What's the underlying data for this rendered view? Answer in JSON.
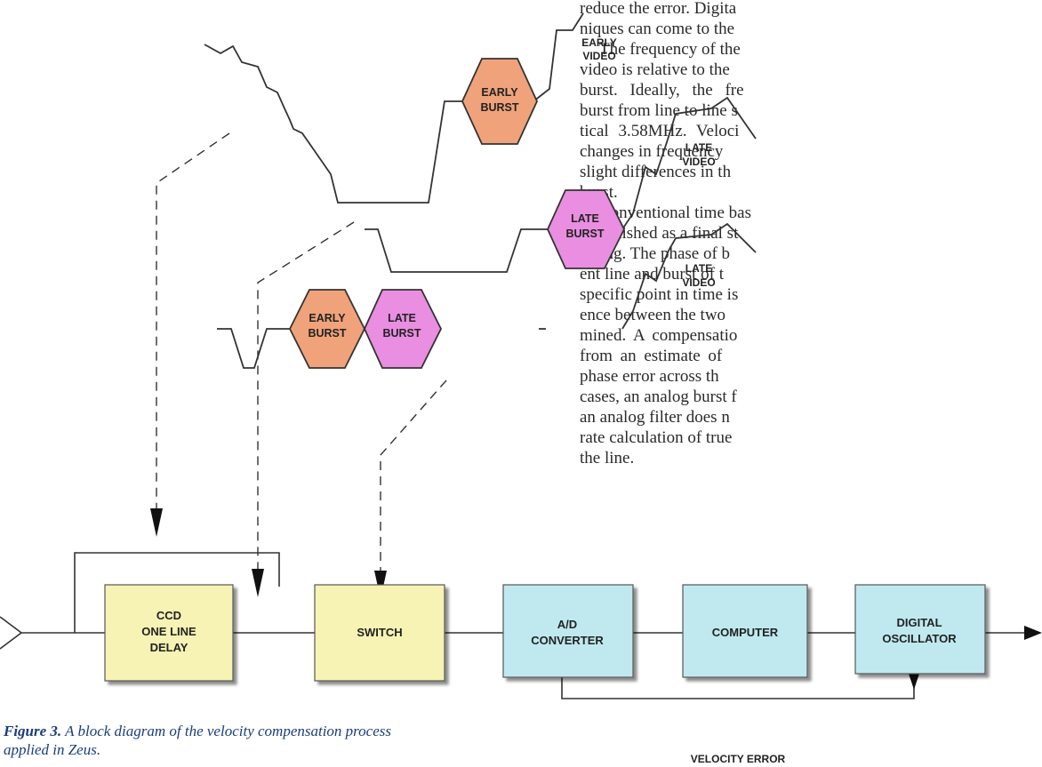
{
  "body_text": {
    "paragraphs": [
      "reduce the error. Digital niques can come to the",
      "The frequency of the video is relative to the burst. Ideally, the fre burst from line to line s tical 3.58MHz. Veloci changes in frequency slight differences in th burst.",
      "Conventional time bas complished as a final st essing. The phase of b ent line and burst of t specific point in time is ence between the two mined. A compensatio from an estimate of phase error across th cases, an analog burst f an analog filter does n rate calculation of true the line."
    ],
    "lines": [
      "reduce the error. Digita",
      "niques can come to the",
      "The frequency of the",
      "video is relative to the",
      "burst. Ideally, the fre",
      "burst from line to line s",
      "tical 3.58MHz. Veloci",
      "changes in frequency",
      "slight differences in th",
      "burst.",
      "Conventional time bas",
      "complished as a final st",
      "essing. The phase of b",
      "ent line and burst of t",
      "specific point in time is",
      "ence between the two",
      "mined. A compensatio",
      "from an estimate of",
      "phase error across th",
      "cases, an analog burst f",
      "an analog filter does n",
      "rate calculation of true",
      "the line."
    ]
  },
  "diagram": {
    "waveforms": [
      {
        "burst_labels": [
          [
            "EARLY",
            "BURST"
          ]
        ],
        "video_label": [
          "EARLY",
          "VIDEO"
        ]
      },
      {
        "burst_labels": [
          [
            "LATE",
            "BURST"
          ]
        ],
        "video_label": [
          "LATE",
          "VIDEO"
        ]
      },
      {
        "burst_labels": [
          [
            "EARLY",
            "BURST"
          ],
          [
            "LATE",
            "BURST"
          ]
        ],
        "video_label": [
          "LATE",
          "VIDEO"
        ]
      }
    ],
    "blocks": [
      {
        "id": "ccd",
        "lines": [
          "CCD",
          "ONE LINE",
          "DELAY"
        ],
        "color": "#f6f3b4"
      },
      {
        "id": "switch",
        "lines": [
          "SWITCH"
        ],
        "color": "#f6f3b4"
      },
      {
        "id": "adc",
        "lines": [
          "A/D",
          "CONVERTER"
        ],
        "color": "#bfe9ef"
      },
      {
        "id": "computer",
        "lines": [
          "COMPUTER"
        ],
        "color": "#bfe9ef"
      },
      {
        "id": "oscillator",
        "lines": [
          "DIGITAL",
          "OSCILLATOR"
        ],
        "color": "#bfe9ef"
      }
    ],
    "feedback_label": "VELOCITY ERROR",
    "colors": {
      "early_burst": "#f0a27a",
      "late_burst": "#e98ee0",
      "line": "#333333"
    }
  },
  "caption": {
    "figure": "Figure 3.",
    "text": "A block diagram of the velocity compensation process applied in Zeus."
  }
}
